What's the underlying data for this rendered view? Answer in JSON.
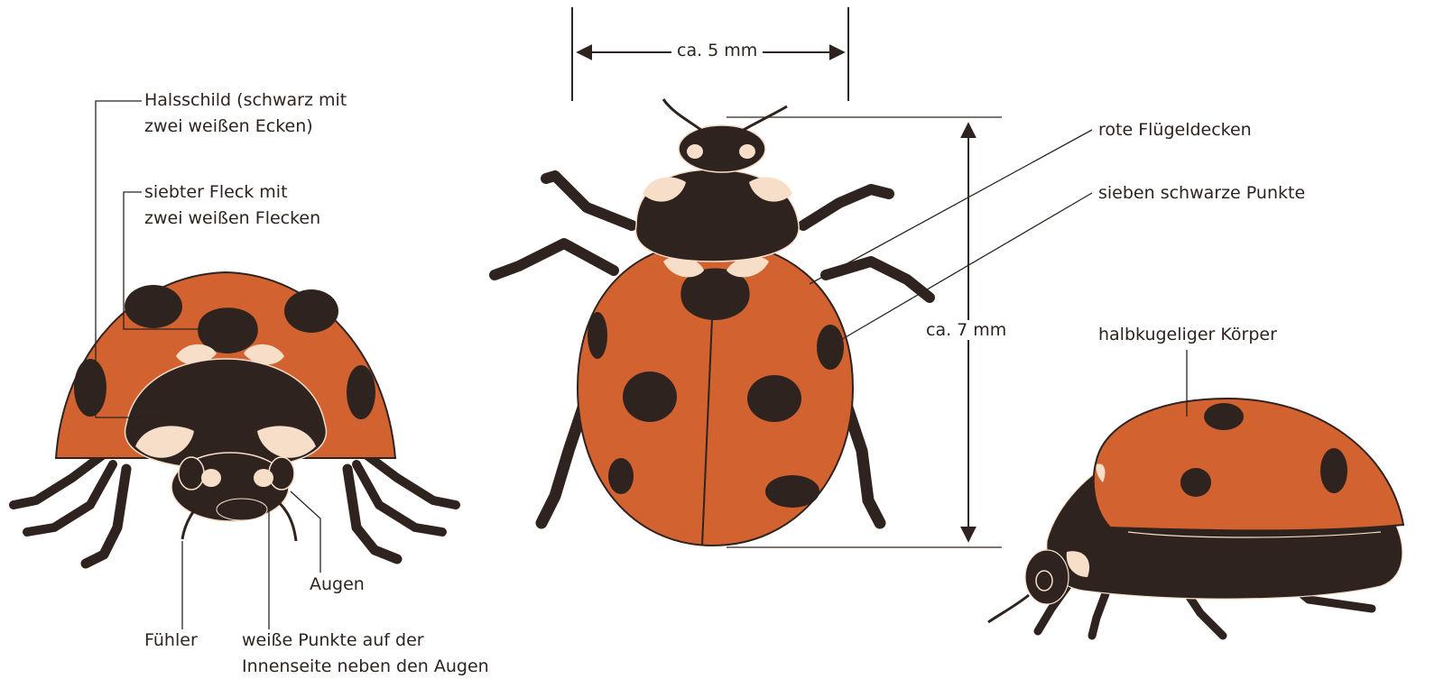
{
  "colors": {
    "body_red": "#d2622f",
    "body_dark": "#2f231f",
    "spot_cream": "#f6dec9",
    "line": "#2f231f",
    "background": "#ffffff"
  },
  "labels": {
    "halsschild": [
      "Halsschild (schwarz mit",
      "zwei weißen Ecken)"
    ],
    "siebter_fleck": [
      "siebter Fleck mit",
      "zwei weißen Flecken"
    ],
    "augen": "Augen",
    "fuehler": "Fühler",
    "weisse_punkte": [
      "weiße Punkte auf der",
      "Innenseite neben den Augen"
    ],
    "rote_fluegeldecken": "rote Flügeldecken",
    "sieben_punkte": "sieben schwarze Punkte",
    "halbkugeliger": "halbkugeliger Körper"
  },
  "dimensions": {
    "width": "ca. 5 mm",
    "length": "ca. 7 mm"
  }
}
